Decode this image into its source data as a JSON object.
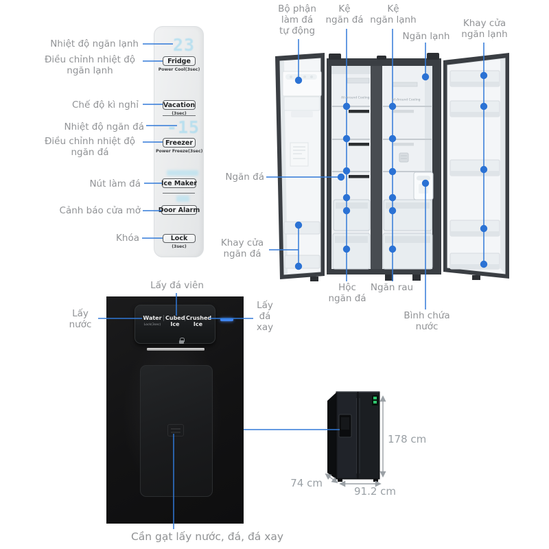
{
  "panel": {
    "display_fridge": "23",
    "display_freezer": "-15",
    "buttons": {
      "fridge": "Fridge",
      "fridge_sub": "Power Cool(3sec)",
      "vacation": "Vacation",
      "vacation_sub": "(3sec)",
      "freezer": "Freezer",
      "freezer_sub": "Power Freeze(3sec)",
      "ice_maker": "Ice Maker",
      "door_alarm": "Door Alarm",
      "lock": "Lock",
      "lock_sub": "(3sec)"
    },
    "callouts": {
      "fridge_temp": "Nhiệt độ ngăn lạnh",
      "fridge_adjust": "Điều chỉnh nhiệt độ\nngăn lạnh",
      "vacation": "Chế độ kì nghỉ",
      "freezer_temp": "Nhiệt độ ngăn đá",
      "freezer_adjust": "Điều chỉnh nhiệt độ\nngăn đá",
      "ice_maker": "Nút làm đá",
      "door_alarm": "Cảnh báo cửa mở",
      "lock": "Khóa"
    }
  },
  "diagram": {
    "callouts": {
      "auto_ice": "Bộ phận\nlàm đá\ntự động",
      "freezer_shelf": "Kệ\nngăn đá",
      "fridge_shelf": "Kệ\nngăn lạnh",
      "fridge_compartment": "Ngăn lạnh",
      "fridge_door_tray": "Khay cửa\nngăn lạnh",
      "freezer_compartment": "Ngăn đá",
      "freezer_door_tray": "Khay cửa\nngăn đá",
      "freezer_drawer": "Hộc\nngăn đá",
      "crisper": "Ngăn rau",
      "water_tank": "Bình chứa\nnước"
    },
    "interior_text": "All-Around Cooling"
  },
  "dispenser": {
    "callouts": {
      "cubed": "Lấy đá viên",
      "water": "Lấy\nnước",
      "crushed": "Lấy\nđá\nxay"
    },
    "pad": {
      "water": "Water",
      "water_sub": "Lock(3sec)",
      "divider": "|",
      "cubed": "Cubed\nIce",
      "crushed": "Crushed\nIce"
    },
    "caption": "Cần gạt lấy nước, đá, đá xay"
  },
  "dimensions": {
    "height": "178 cm",
    "depth": "74 cm",
    "width": "91.2 cm"
  },
  "colors": {
    "callout_blue": "#3079d8",
    "dot_blue": "#2b72d4",
    "label_gray": "#919396",
    "led_cyan": "#a9e1f2",
    "display_green": "#2fc46e"
  }
}
